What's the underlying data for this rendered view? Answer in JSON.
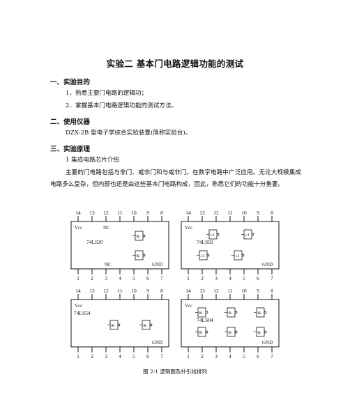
{
  "title": "实验二  基本门电路逻辑功能的测试",
  "section1": {
    "heading": "一、实验目的",
    "items": [
      "1．熟悉主要门电路的逻辑功；",
      "2．掌握基本门电路逻辑功能的测试方法。"
    ]
  },
  "section2": {
    "heading": "二、使用仪器",
    "text": "DZX-2B 型电子学综合实验装置(简称实验台)。"
  },
  "section3": {
    "heading": "三、实验原理",
    "sub": "1 集成电路芯片介绍",
    "para": "主要的门电路包括与非门、或非门和与或非门。在数字电路中广泛应用。无论大规模集成电路多么复杂，但内部也还是由这些基本门电路构成，因此，熟悉它们的功能十分重要。"
  },
  "figure": {
    "caption": "图 2-1  逻辑图及外引线排列",
    "top_pins": [
      "14",
      "13",
      "12",
      "11",
      "10",
      "9",
      "8"
    ],
    "bottom_pins": [
      "1",
      "2",
      "3",
      "4",
      "5",
      "6",
      "7"
    ],
    "vcc": "Vcc",
    "gnd": "GND",
    "nc": "NC",
    "and_symbol": "&",
    "or_symbol": "≥1",
    "chips": [
      "74LS20",
      "74LS02",
      "74LS54",
      "74LS04"
    ]
  }
}
